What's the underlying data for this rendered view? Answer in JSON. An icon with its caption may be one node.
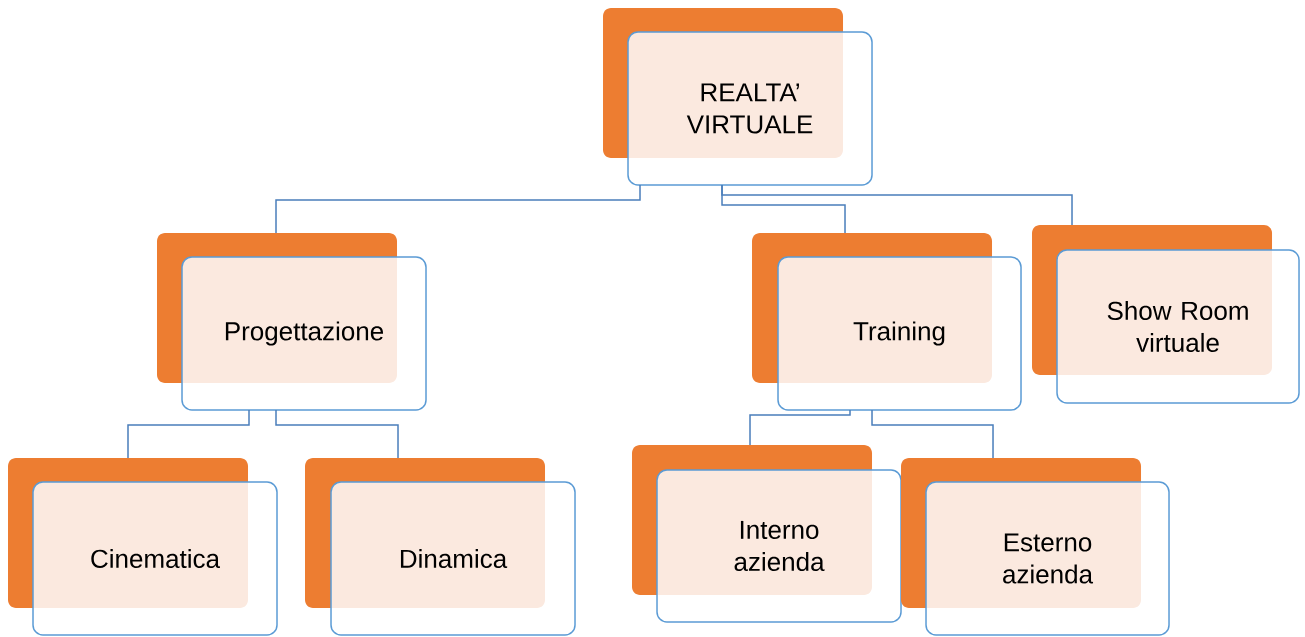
{
  "diagram": {
    "nodes": [
      {
        "text": [
          "REALTA’ VIRTUALE"
        ]
      },
      {
        "text": [
          "Progettazione"
        ]
      },
      {
        "text": [
          "Training"
        ]
      },
      {
        "text": [
          "Show Room virtuale"
        ]
      },
      {
        "text": [
          "Cinematica"
        ]
      },
      {
        "text": [
          "Dinamica"
        ]
      },
      {
        "text": [
          "Interno azienda"
        ]
      },
      {
        "text": [
          "Esterno azienda"
        ]
      }
    ],
    "edges": [
      {
        "from": 0,
        "to": 1,
        "arrow": "none"
      },
      {
        "from": 0,
        "to": 2,
        "arrow": "none"
      },
      {
        "from": 0,
        "to": 3,
        "arrow": "none"
      },
      {
        "from": 1,
        "to": 4,
        "arrow": "none"
      },
      {
        "from": 1,
        "to": 5,
        "arrow": "none"
      },
      {
        "from": 2,
        "to": 6,
        "arrow": "none"
      },
      {
        "from": 2,
        "to": 7,
        "arrow": "none"
      }
    ]
  }
}
